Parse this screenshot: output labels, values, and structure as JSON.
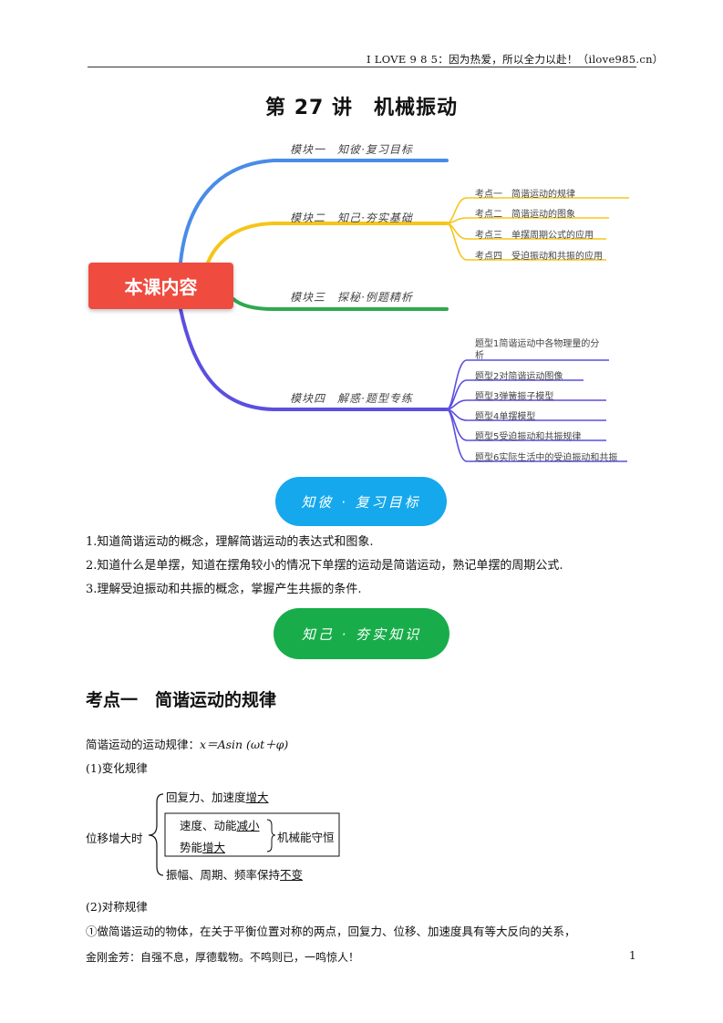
{
  "header": {
    "text": "I LOVE 9 8 5：因为热爱，所以全力以赴！（ilove985.cn）"
  },
  "title": "第 27 讲　机械振动",
  "mindmap": {
    "center": "本课内容",
    "branches": [
      {
        "label": "模块一　知彼·复习目标",
        "color": "#4a8be8"
      },
      {
        "label": "模块二　知己·夯实基础",
        "color": "#f5c518",
        "leaves": [
          "考点一　简谐运动的规律",
          "考点二　简谐运动的图象",
          "考点三　单摆周期公式的应用",
          "考点四　受迫振动和共振的应用"
        ]
      },
      {
        "label": "模块三　探秘·例题精析",
        "color": "#2fa84f"
      },
      {
        "label": "模块四　解惑·题型专练",
        "color": "#5b4fe0",
        "leaves": [
          "题型1简谐运动中各物理量的分",
          "析",
          "题型2对简谐运动图像",
          "题型3弹簧振子模型",
          "题型4单摆模型",
          "题型5受迫振动和共振规律",
          "题型6实际生活中的受迫振动和共振"
        ]
      }
    ]
  },
  "pills": {
    "zhibi": "知彼 · 复习目标",
    "zhiji": "知己 · 夯实知识"
  },
  "goals": [
    "1.知道简谐运动的概念，理解简谐运动的表达式和图象.",
    "2.知道什么是单摆，知道在摆角较小的情况下单摆的运动是简谐运动，熟记单摆的周期公式.",
    "3.理解受迫振动和共振的概念，掌握产生共振的条件."
  ],
  "section": {
    "heading": "考点一　简谐运动的规律",
    "law_prefix": "简谐运动的运动规律：",
    "law_formula": "x＝Asin (ωt＋φ)",
    "sub1": "(1)变化规律",
    "brace": {
      "left_label": "位移增大时",
      "line1_pre": "回复力、加速度",
      "line1_ul": "增大",
      "line2_pre": "速度、动能",
      "line2_ul": "减小",
      "line3_pre": "势能",
      "line3_ul": "增大",
      "box_right": "机械能守恒",
      "line4_pre": "振幅、周期、频率保持",
      "line4_ul": "不变"
    },
    "sub2": "(2)对称规律",
    "sym1": "①做简谐运动的物体，在关于平衡位置对称的两点，回复力、位移、加速度具有等大反向的关系，"
  },
  "footer": {
    "left": "金刚金芳：自强不息，厚德载物。不鸣则已，一鸣惊人！",
    "page": "1"
  }
}
